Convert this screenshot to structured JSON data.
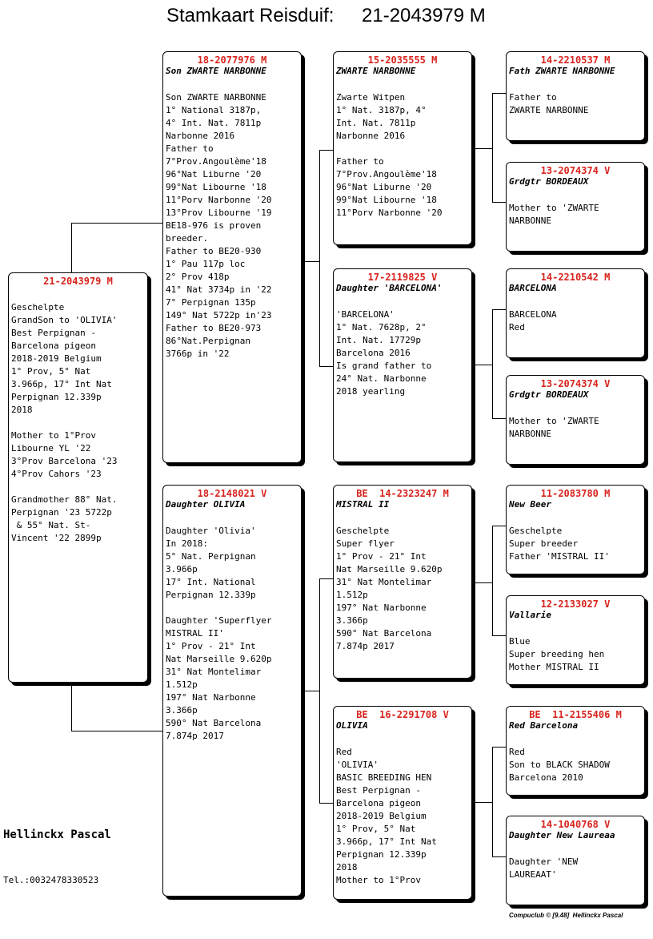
{
  "header": {
    "label": "Stamkaart Reisduif:",
    "ring": "21-2043979 M"
  },
  "subject": {
    "ring": "21-2043979 M",
    "name": "",
    "desc": "Geschelpte\nGrandSon to 'OLIVIA'\nBest Perpignan -\nBarcelona pigeon\n2018-2019 Belgium\n1° Prov, 5° Nat\n3.966p, 17° Int Nat\nPerpignan 12.339p\n2018\n\nMother to 1°Prov\nLibourne YL '22\n3°Prov Barcelona '23\n4°Prov Cahors '23\n\nGrandmother 88° Nat.\nPerpignan '23 5722p\n & 55° Nat. St-\nVincent '22 2899p"
  },
  "father": {
    "ring": "18-2077976 M",
    "name": "Son ZWARTE NARBONNE",
    "desc": "Son ZWARTE NARBONNE\n1° National 3187p,\n4° Int. Nat. 7811p\nNarbonne 2016\nFather to\n7°Prov.Angoulème'18\n96°Nat Liburne '20\n99°Nat Libourne '18\n11°Porv Narbonne '20\n13°Prov Libourne '19\nBE18-976 is proven\nbreeder.\nFather to BE20-930\n1° Pau 117p loc\n2° Prov 418p\n41° Nat 3734p in '22\n7° Perpignan 135p\n149° Nat 5722p in'23\nFather to BE20-973\n86°Nat.Perpignan\n3766p in '22"
  },
  "mother": {
    "ring": "18-2148021 V",
    "name": "Daughter OLIVIA",
    "desc": "Daughter 'Olivia'\nIn 2018:\n5° Nat. Perpignan\n3.966p\n17° Int. National\nPerpignan 12.339p\n\nDaughter 'Superflyer\nMISTRAL II'\n1° Prov - 21° Int\nNat Marseille 9.620p\n31° Nat Montelimar\n1.512p\n197° Nat Narbonne\n3.366p\n590° Nat Barcelona\n7.874p 2017"
  },
  "ff": {
    "ring": "15-2035555 M",
    "name": "ZWARTE NARBONNE",
    "desc": "Zwarte Witpen\n1° Nat. 3187p, 4°\nInt. Nat. 7811p\nNarbonne 2016\n\nFather to\n7°Prov.Angoulème'18\n96°Nat Liburne '20\n99°Nat Libourne '18\n11°Porv Narbonne '20"
  },
  "fm": {
    "ring": "17-2119825 V",
    "name": "Daughter 'BARCELONA'",
    "desc": "'BARCELONA'\n1° Nat. 7628p, 2°\nInt. Nat. 17729p\nBarcelona 2016\nIs grand father to\n24° Nat. Narbonne\n2018 yearling"
  },
  "mf": {
    "ring": "BE  14-2323247 M",
    "name": "MISTRAL II",
    "desc": "Geschelpte\nSuper flyer\n1° Prov - 21° Int\nNat Marseille 9.620p\n31° Nat Montelimar\n1.512p\n197° Nat Narbonne\n3.366p\n590° Nat Barcelona\n7.874p 2017"
  },
  "mm": {
    "ring": "BE  16-2291708 V",
    "name": "OLIVIA",
    "desc": "Red\n'OLIVIA'\nBASIC BREEDING HEN\nBest Perpignan -\nBarcelona pigeon\n2018-2019 Belgium\n1° Prov, 5° Nat\n3.966p, 17° Int Nat\nPerpignan 12.339p\n2018\nMother to 1°Prov"
  },
  "fff": {
    "ring": "14-2210537 M",
    "name": "Fath ZWARTE NARBONNE",
    "desc": "Father to\nZWARTE NARBONNE"
  },
  "ffm": {
    "ring": "13-2074374 V",
    "name": "Grdgtr BORDEAUX",
    "desc": "Mother to 'ZWARTE\nNARBONNE"
  },
  "fmf": {
    "ring": "14-2210542 M",
    "name": "BARCELONA",
    "desc": "BARCELONA\nRed"
  },
  "fmm": {
    "ring": "13-2074374 V",
    "name": "Grdgtr BORDEAUX",
    "desc": "Mother to 'ZWARTE\nNARBONNE"
  },
  "mff": {
    "ring": "11-2083780 M",
    "name": "New Beer",
    "desc": "Geschelpte\nSuper breeder\nFather 'MISTRAL II'"
  },
  "mfm": {
    "ring": "12-2133027 V",
    "name": "Vallarie",
    "desc": "Blue\nSuper breeding hen\nMother MISTRAL II"
  },
  "mmf": {
    "ring": "BE  11-2155406 M",
    "name": "Red Barcelona",
    "desc": "Red\nSon to BLACK SHADOW\nBarcelona 2010"
  },
  "mmm": {
    "ring": "14-1040768 V",
    "name": "Daughter New Laureaa",
    "desc": "Daughter 'NEW\nLAUREAAT'"
  },
  "breeder": {
    "name": "Hellinckx Pascal",
    "tel": "Tel.:0032478330523"
  },
  "footer": "Compuclub © [9.48]  Hellinckx Pascal",
  "colors": {
    "ring_red": "#d9231d",
    "text": "#000000"
  }
}
